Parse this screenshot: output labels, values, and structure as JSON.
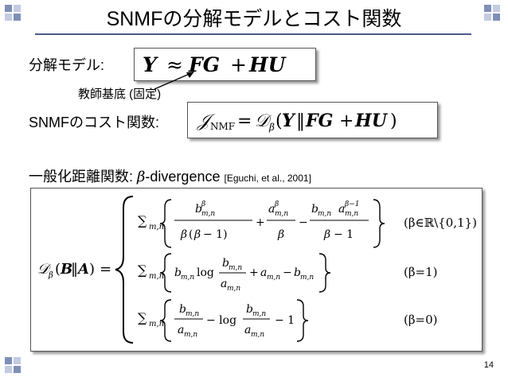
{
  "slide": {
    "title": "SNMFの分解モデルとコスト関数",
    "model_label": "分解モデル:",
    "model_equation": "Y ≈ FG + HU",
    "teacher_label": "教師基底 (固定)",
    "cost_label": "SNMFのコスト関数:",
    "cost_equation": "𝒥_NMF = 𝒟_β(Y‖FG + HU)",
    "divergence_label_prefix": "一般化距離関数: ",
    "beta_symbol": "β",
    "divergence_label_suffix": "-divergence",
    "citation": "[Eguchi, et al., 2001]",
    "page_number": "14"
  },
  "divergence": {
    "lhs": "𝒟_β(B‖A) =",
    "case1_condition": "(β∈ℝ\\{0,1})",
    "case2_condition": "(β=1)",
    "case3_condition": "(β=0)"
  },
  "colors": {
    "accent_line": "#4a5b8a",
    "deco_square": "#7e8fb8",
    "deco_square_light": "#c3cbe0"
  }
}
